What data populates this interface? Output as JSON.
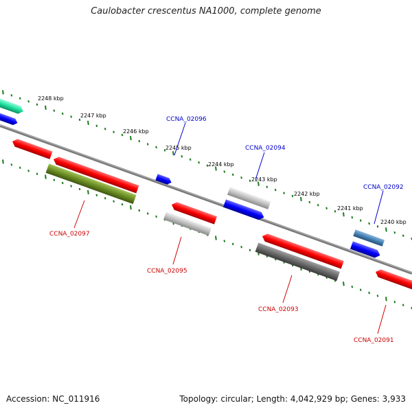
{
  "header": {
    "title": "Caulobacter crescentus NA1000, complete genome"
  },
  "footer": {
    "accession": "Accession: NC_011916",
    "summary": "Topology: circular; Length: 4,042,929 bp; Genes: 3,933"
  },
  "scale_labels": [
    "2248 kbp",
    "2247 kbp",
    "2246 kbp",
    "2245 kbp",
    "2244 kbp",
    "2243 kbp",
    "2242 kbp",
    "2241 kbp",
    "2240 kbp"
  ],
  "gene_labels": {
    "forward": [
      "CCNA_02096",
      "CCNA_02094",
      "CCNA_02092"
    ],
    "reverse": [
      "CCNA_02097",
      "CCNA_02095",
      "CCNA_02093",
      "CCNA_02091"
    ]
  },
  "colors": {
    "backbone": "#8a8a8a",
    "tick": "#1a7a1a",
    "forward_label": "#0000cc",
    "reverse_label": "#cc0000",
    "red": "#ff0000",
    "blue": "#0000ff",
    "olive": "#6b8e23",
    "gray_light": "#c8c8c8",
    "gray_mid": "#b0b0b0",
    "gray_dark": "#707070",
    "steel": "#4682b4",
    "teal": "#20e0a0"
  }
}
